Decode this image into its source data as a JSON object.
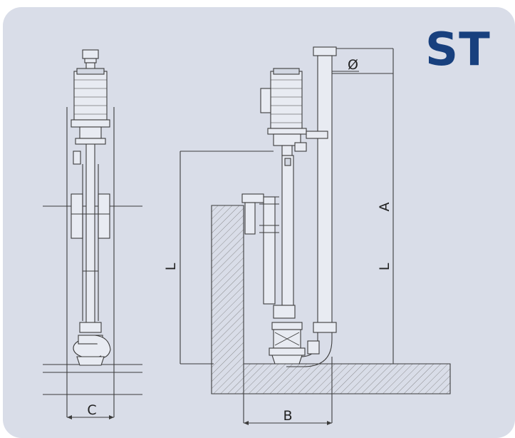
{
  "series_badge": "ST",
  "dimensions": {
    "diameter": "Ø",
    "A": "A",
    "B": "B",
    "C": "C",
    "L_left": "L",
    "L_right": "L"
  },
  "colors": {
    "panel_background": "#d9dde8",
    "badge_text": "#18407e",
    "line": "#3c3c3c",
    "hatch": "#7a7a7a"
  }
}
